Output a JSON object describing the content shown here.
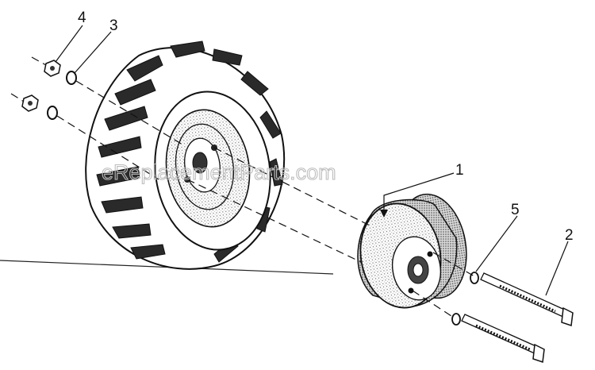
{
  "watermark": "eReplacementParts.com",
  "callouts": {
    "c1": "1",
    "c2": "2",
    "c3": "3",
    "c4": "4",
    "c5": "5"
  },
  "colors": {
    "ink": "#111111",
    "tire": "#2a2a2a",
    "wheel_shade": "#cfcfcf",
    "watermark": "#bdbdbd"
  }
}
